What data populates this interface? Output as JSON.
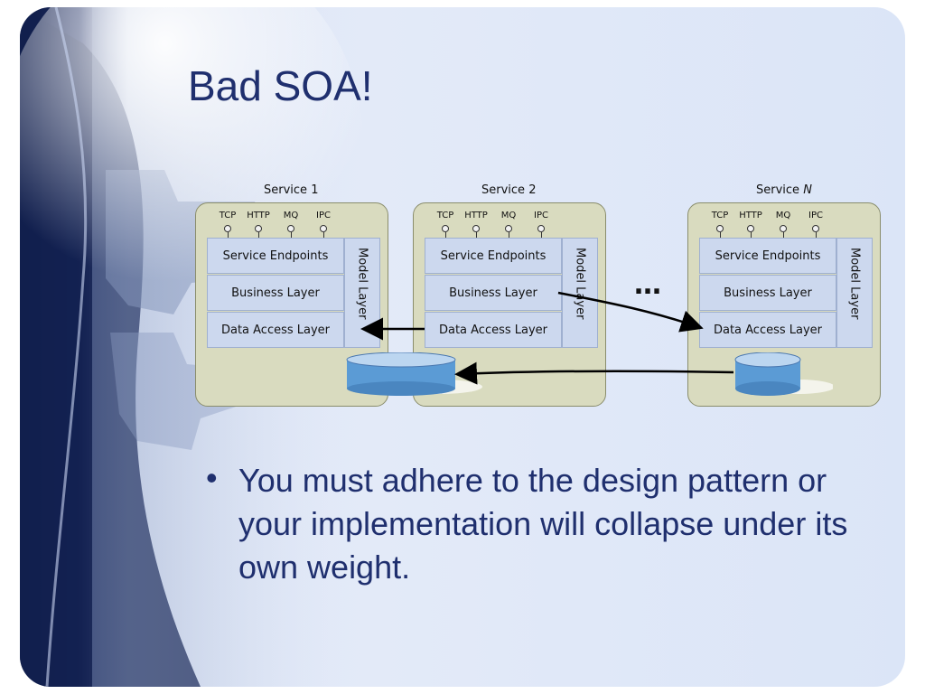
{
  "slide": {
    "title": "Bad SOA!",
    "bullet": "You must adhere to the design pattern or your implementation will collapse under its own weight."
  },
  "diagram": {
    "services": [
      {
        "label": "Service 1",
        "label_main": "Service",
        "label_suffix": "1",
        "suffix_italic": false
      },
      {
        "label": "Service 2",
        "label_main": "Service",
        "label_suffix": "2",
        "suffix_italic": false
      },
      {
        "label": "Service N",
        "label_main": "Service",
        "label_suffix": "N",
        "suffix_italic": true
      }
    ],
    "protocols": [
      "TCP",
      "HTTP",
      "MQ",
      "IPC"
    ],
    "layers": {
      "endpoints": "Service Endpoints",
      "business": "Business Layer",
      "data_access": "Data Access Layer",
      "model": "Model Layer"
    },
    "ellipsis": "…",
    "colors": {
      "service_box": "#d9dbbf",
      "layer": "#ccd8ee",
      "database": "#5b9bd5",
      "title": "#1f2f6e"
    }
  }
}
